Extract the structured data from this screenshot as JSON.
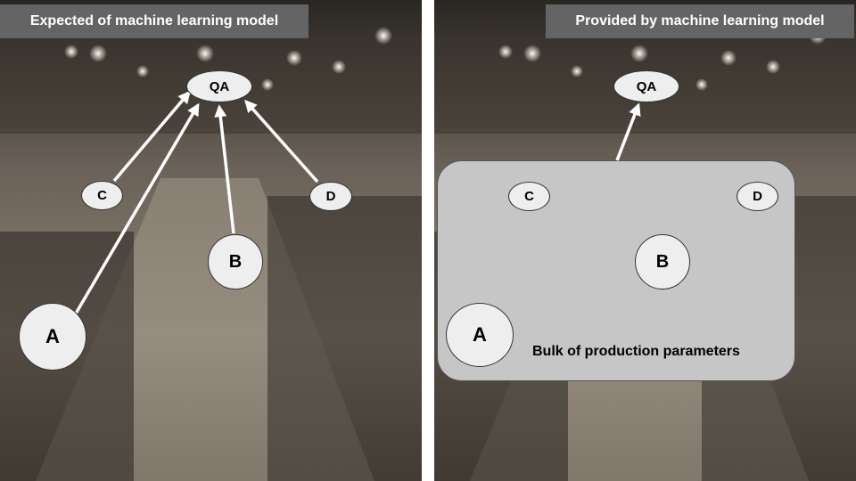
{
  "left_panel": {
    "title": "Expected of machine learning model",
    "nodes": {
      "qa": "QA",
      "a": "A",
      "b": "B",
      "c": "C",
      "d": "D"
    }
  },
  "right_panel": {
    "title": "Provided by machine learning model",
    "nodes": {
      "qa": "QA",
      "a": "A",
      "b": "B",
      "c": "C",
      "d": "D"
    },
    "bulk_label": "Bulk of production parameters"
  },
  "colors": {
    "title_bg": "#646464",
    "node_fill": "#eeeeee",
    "bulk_fill": "#c6c6c6",
    "arrow": "#ffffff"
  }
}
